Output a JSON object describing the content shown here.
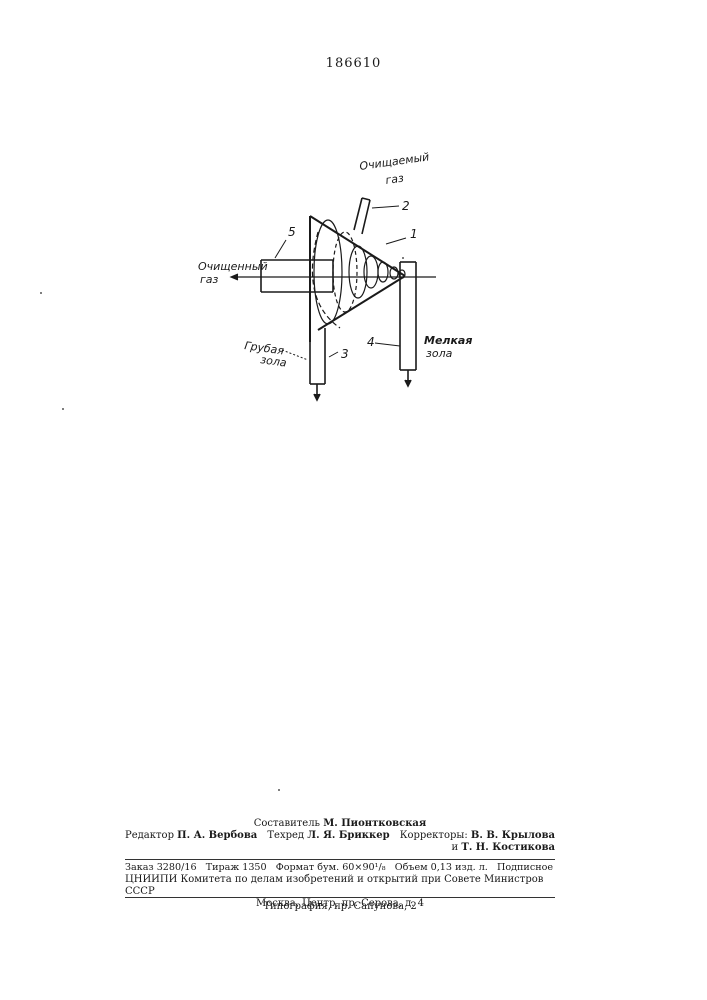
{
  "document": {
    "page_number": "186610"
  },
  "figure": {
    "labels": {
      "inlet_gas_line1": "Очищаемый",
      "inlet_gas_line2": "газ",
      "outlet_gas_line1": "Очищенный",
      "outlet_gas_line2": "газ",
      "coarse_ash_line1": "Грубая",
      "coarse_ash_line2": "зола",
      "fine_ash_line1": "Мелкая",
      "fine_ash_line2": "зола"
    },
    "numbers": {
      "n1": "1",
      "n2": "2",
      "n3": "3",
      "n4": "4",
      "n5": "5"
    }
  },
  "credits": {
    "compiler_role": "Составитель",
    "compiler_name": "М. Пионтковская",
    "editor_role": "Редактор",
    "editor_name": "П. А. Вербова",
    "techred_role": "Техред",
    "techred_name": "Л. Я. Бриккер",
    "correctors_role": "Корректоры:",
    "corrector_1": "В. В. Крылова",
    "corrector_2_prefix": "и",
    "corrector_2": "Т. Н. Костикова"
  },
  "imprint": {
    "line1": "Заказ 3280/16   Тираж 1350   Формат бум. 60×90¹/₈   Объем 0,13 изд. л.   Подписное",
    "line2": "ЦНИИПИ Комитета по делам изобретений и открытий при Совете Министров СССР",
    "line3": "Москва, Центр, пр. Серова, д. 4",
    "printer": "Типография, пр. Сапунова, 2"
  }
}
